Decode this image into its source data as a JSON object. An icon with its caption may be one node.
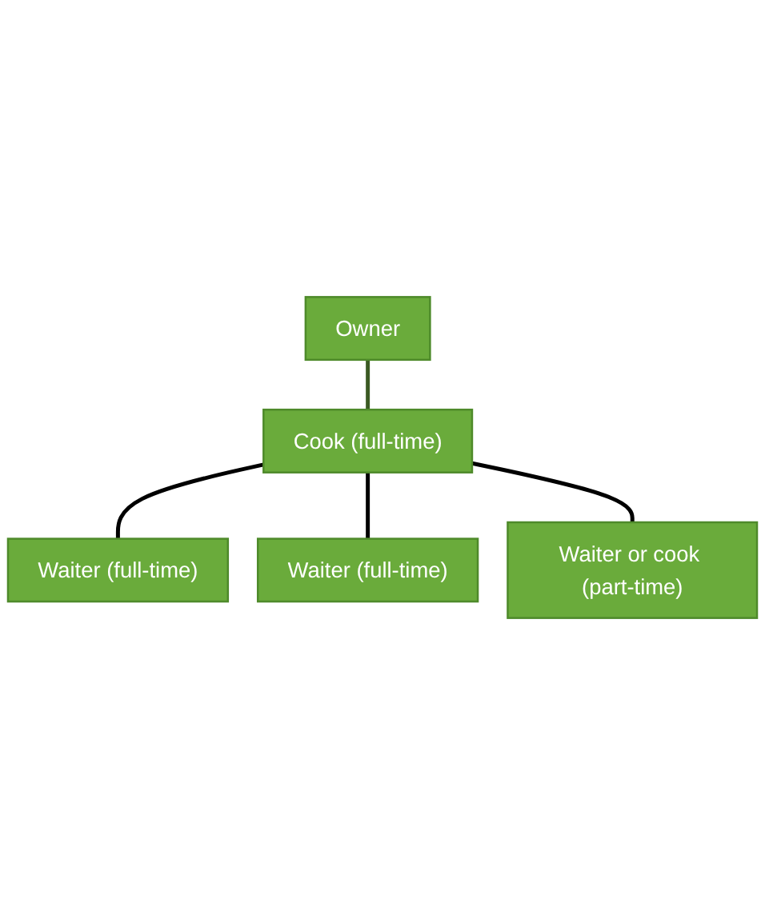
{
  "diagram": {
    "nodes": [
      {
        "text": [
          "Owner"
        ]
      },
      {
        "text": [
          "Cook (full-time)"
        ]
      },
      {
        "text": [
          "Waiter (full-time)"
        ]
      },
      {
        "text": [
          "Waiter (full-time)"
        ]
      },
      {
        "text": [
          "Waiter or cook (part-time)"
        ]
      }
    ],
    "edges": [
      {
        "from": 0,
        "to": 1,
        "arrow": "none",
        "color": "#3b5a23"
      },
      {
        "from": 1,
        "to": 2,
        "arrow": "none"
      },
      {
        "from": 1,
        "to": 3,
        "arrow": "none"
      },
      {
        "from": 1,
        "to": 4,
        "arrow": "none"
      }
    ]
  }
}
